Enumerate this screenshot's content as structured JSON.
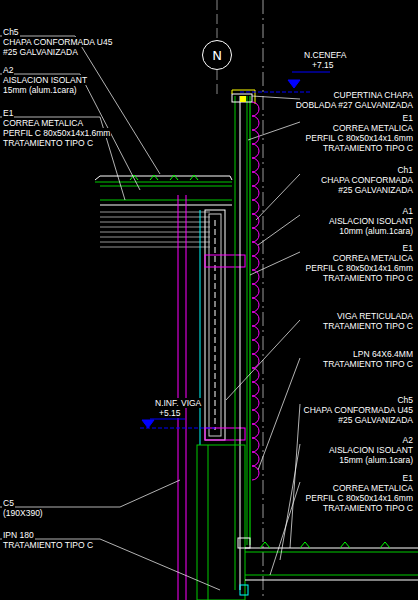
{
  "diagram": {
    "nodes": [
      {
        "text": [
          "N"
        ]
      }
    ],
    "edges": [],
    "labels": [
      "Ch5",
      "CHAPA CONFORMADA U45",
      "#25 GALVANIZADA",
      "A2",
      "AISLACION ISOLANT",
      "15mm (alum.1cara)",
      "E1",
      "CORREA METALICA",
      "PERFIL C 80x50x14x1.6mm",
      "TRATAMIENTO TIPO C",
      "N.CENEFA",
      "+7.15",
      "CUPERTINA CHAPA",
      "DOBLADA #27 GALVANIZADA",
      "E1",
      "CORREA METALICA",
      "PERFIL C 80x50x14x1.6mm",
      "TRATAMIENTO TIPO C",
      "Ch1",
      "CHAPA CONFORMADA",
      "#25 GALVANIZADA",
      "A1",
      "AISLACION ISOLANT",
      "10mm (alum.1cara)",
      "E1",
      "CORREA METALICA",
      "PERFIL C 80x50x14x1.6mm",
      "TRATAMIENTO TIPO C",
      "VIGA RETICULADA",
      "TRATAMIENTO TIPO C",
      "LPN 64X6.4MM",
      "TRATAMIENTO TIPO C",
      "Ch5",
      "CHAPA CONFORMADA U45",
      "#25 GALVANIZADA",
      "A2",
      "AISLACION ISOLANT",
      "15mm (alum.1cara)",
      "E1",
      "CORREA METALICA",
      "PERFIL C 80x50x14x1.6mm",
      "TRATAMIENTO TIPO C",
      "N.INF. VIGA",
      "+5.15",
      "C5",
      "(190X390)",
      "IPN 180",
      "TRATAMIENTO TIPO C"
    ]
  }
}
